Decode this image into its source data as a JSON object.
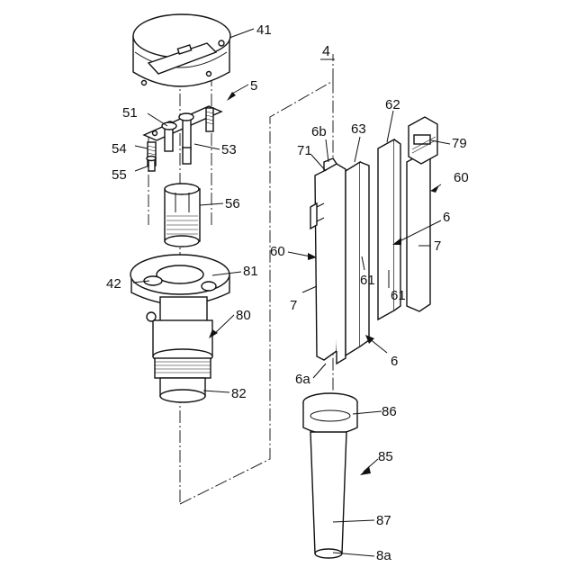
{
  "figure": {
    "number": "4",
    "labels": {
      "l41": "41",
      "l5": "5",
      "l51": "51",
      "l53": "53",
      "l54": "54",
      "l55": "55",
      "l56": "56",
      "l42": "42",
      "l81": "81",
      "l80": "80",
      "l82": "82",
      "l6b": "6b",
      "l63": "63",
      "l62": "62",
      "l79": "79",
      "l71": "71",
      "l60a": "60",
      "l60b": "60",
      "l6a": "6",
      "l7a": "7",
      "l61a": "61",
      "l61b": "61",
      "l7b": "7",
      "l6c": "6",
      "l6a_tip": "6a",
      "l86": "86",
      "l85": "85",
      "l87": "87",
      "l8a": "8a"
    }
  }
}
